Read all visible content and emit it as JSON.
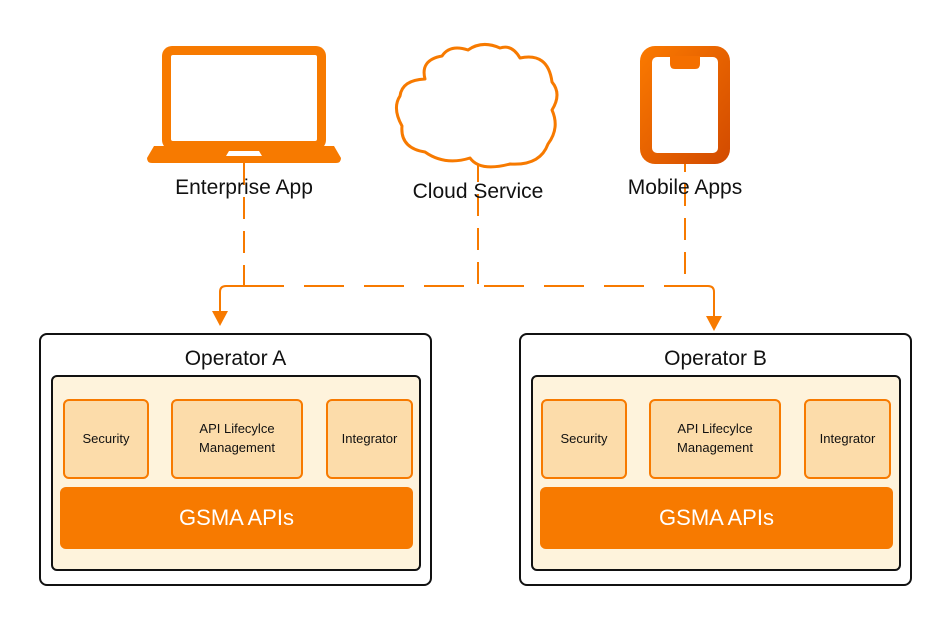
{
  "diagram": {
    "colors": {
      "accent": "#f77a00",
      "accent_dark": "#d95000",
      "component_fill": "#fcdcaa",
      "inner_fill": "#fef3dc",
      "border": "#111111"
    },
    "clients": [
      {
        "id": "enterprise",
        "label": "Enterprise App",
        "icon": "laptop-icon"
      },
      {
        "id": "cloud",
        "label": "Cloud Service",
        "icon": "cloud-icon"
      },
      {
        "id": "mobile",
        "label": "Mobile Apps",
        "icon": "smartphone-icon"
      }
    ],
    "operators": [
      {
        "title": "Operator A",
        "components": [
          "Security",
          "API Lifecylce Management",
          "Integrator"
        ],
        "components_lines": [
          [
            "Security"
          ],
          [
            "API Lifecylce",
            "Management"
          ],
          [
            "Integrator"
          ]
        ],
        "platform": "GSMA APIs"
      },
      {
        "title": "Operator B",
        "components": [
          "Security",
          "API Lifecylce Management",
          "Integrator"
        ],
        "components_lines": [
          [
            "Security"
          ],
          [
            "API Lifecylce",
            "Management"
          ],
          [
            "Integrator"
          ]
        ],
        "platform": "GSMA APIs"
      }
    ],
    "connections": [
      {
        "from": "Enterprise App",
        "to": "Operator A",
        "style": "dashed"
      },
      {
        "from": "Cloud Service",
        "to": "Operator A",
        "style": "dashed"
      },
      {
        "from": "Mobile Apps",
        "to": "Operator B",
        "style": "dashed"
      },
      {
        "from": "Cloud Service",
        "to": "Operator B",
        "style": "dashed"
      }
    ]
  }
}
